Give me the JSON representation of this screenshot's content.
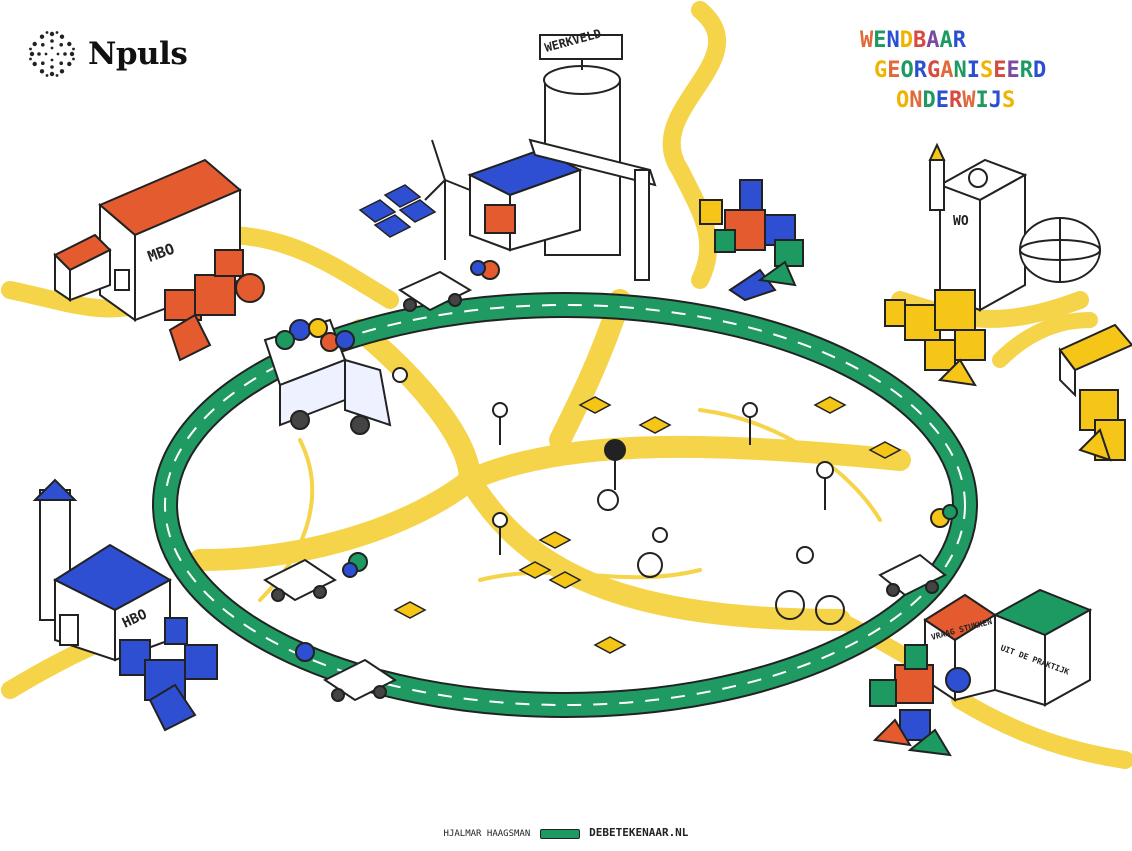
{
  "brand": {
    "name": "Npuls"
  },
  "title": {
    "lines": [
      "WENDBAAR",
      "GEORGANISEERD",
      "ONDERWIJS"
    ],
    "letter_colors": [
      "#e06a3a",
      "#1c9a62",
      "#2a4fd0",
      "#f0b400",
      "#d54b3f",
      "#7a4aa0",
      "#1c9a62",
      "#2a4fd0",
      "#f0b400",
      "#e06a3a",
      "#1c9a62",
      "#2a4fd0",
      "#d54b3f"
    ]
  },
  "buildings": {
    "mbo_label": "MBO",
    "hbo_label": "HBO",
    "wo_label": "WO",
    "werkveld_sign": "WERKVELD",
    "vraagstukken_sign": "VRAAG STUKKEN",
    "praktijk_sign": "UIT DE PRAKTIJK"
  },
  "credit": {
    "artist": "HJALMAR HAAGSMAN",
    "site": "DEBETEKENAAR.NL"
  },
  "colors": {
    "ring_road": "#1f9a63",
    "yellow_path": "#f5d44a",
    "orange": "#e35b2f",
    "blue": "#2f4fd3",
    "green": "#1c9a62",
    "yellow": "#f5c518"
  }
}
